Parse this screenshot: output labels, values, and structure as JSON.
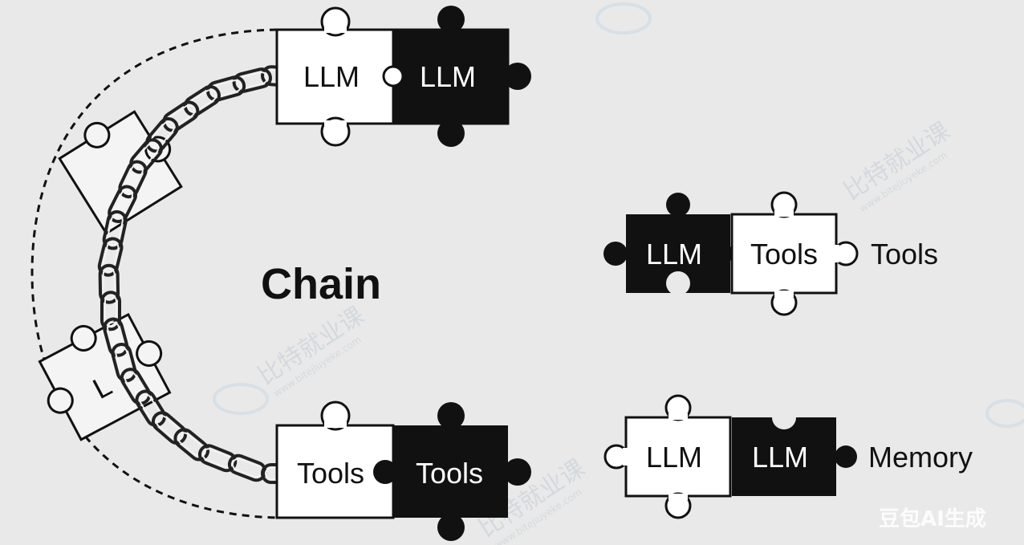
{
  "diagram": {
    "title": "Chain",
    "top_pair": {
      "left": "LLM",
      "right": "LLM"
    },
    "bottom_pair": {
      "left": "Tools",
      "right": "Tools"
    },
    "mid_pair": {
      "left": "LLM",
      "right": "Tools",
      "caption": "Tools"
    },
    "low_pair": {
      "left": "LLM",
      "right": "LLM",
      "caption": "Memory"
    },
    "broken_piece_label": "L"
  },
  "watermark": {
    "text": "比特就业课",
    "url": "www.bitejiuyeke.com"
  },
  "badge": {
    "text": "豆包AI生成"
  },
  "colors": {
    "background": "#e9e9e9",
    "ink": "#111111",
    "paper": "#ffffff"
  }
}
